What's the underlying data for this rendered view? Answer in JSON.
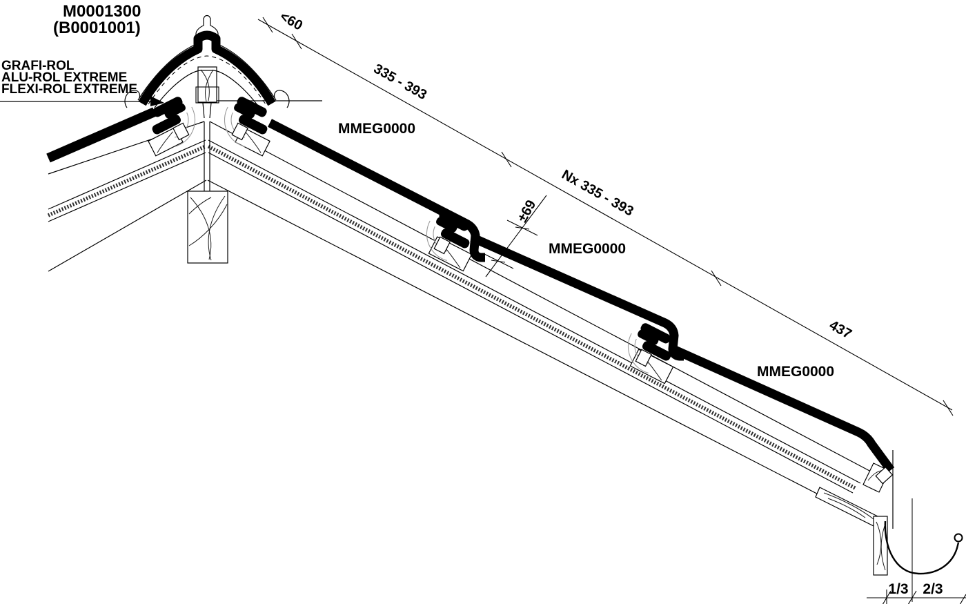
{
  "title": {
    "code": "M0001300",
    "code_alt": "(B0001001)"
  },
  "membrane_labels": {
    "label1": "GRAFI-ROL",
    "label2": "ALU-ROL EXTREME",
    "label3": "FLEXI-ROL EXTREME"
  },
  "tile_labels": {
    "tile1": "MMEG0000",
    "tile2": "MMEG0000",
    "tile3": "MMEG0000"
  },
  "dimensions": {
    "ridge_batten_offset": "<60",
    "top_course": "335 - 393",
    "middle_courses": "Nx 335 - 393",
    "head_lap": "±69",
    "eave_course": "437",
    "gutter_overlap_left": "1/3",
    "gutter_overlap_right": "2/3"
  },
  "colors": {
    "ink": "#000000",
    "background": "#ffffff"
  }
}
